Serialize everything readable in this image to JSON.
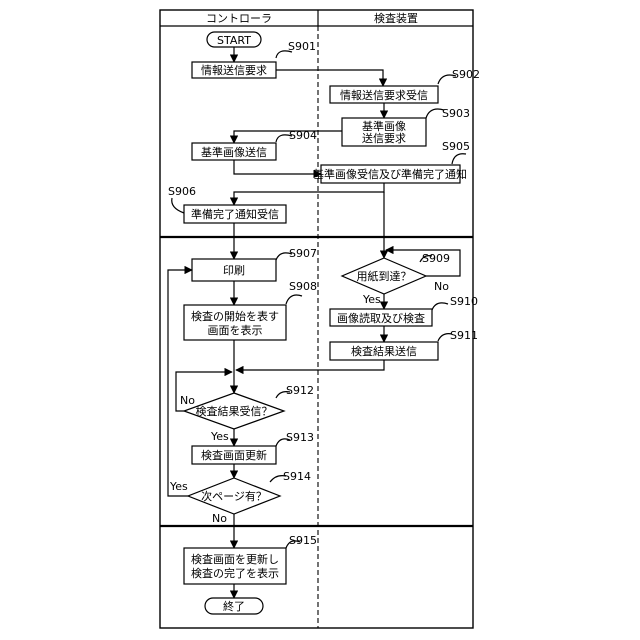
{
  "lanes": {
    "left": "コントローラ",
    "right": "検査装置"
  },
  "nodes": {
    "start": "START",
    "s901": "情報送信要求",
    "s902": "情報送信要求受信",
    "s903_1": "基準画像",
    "s903_2": "送信要求",
    "s904": "基準画像送信",
    "s905": "基準画像受信及び準備完了通知",
    "s906": "準備完了通知受信",
    "s907": "印刷",
    "s908_1": "検査の開始を表す",
    "s908_2": "画面を表示",
    "s909": "用紙到達？",
    "s910": "画像読取及び検査",
    "s911": "検査結果送信",
    "s912": "検査結果受信？",
    "s913": "検査画面更新",
    "s914": "次ページ有？",
    "s915_1": "検査画面を更新し",
    "s915_2": "検査の完了を表示",
    "end": "終了"
  },
  "steps": {
    "s901": "S901",
    "s902": "S902",
    "s903": "S903",
    "s904": "S904",
    "s905": "S905",
    "s906": "S906",
    "s907": "S907",
    "s908": "S908",
    "s909": "S909",
    "s910": "S910",
    "s911": "S911",
    "s912": "S912",
    "s913": "S913",
    "s914": "S914",
    "s915": "S915"
  },
  "branches": {
    "s909_yes": "Yes",
    "s909_no": "No",
    "s912_yes": "Yes",
    "s912_no": "No",
    "s914_yes": "Yes",
    "s914_no": "No"
  }
}
